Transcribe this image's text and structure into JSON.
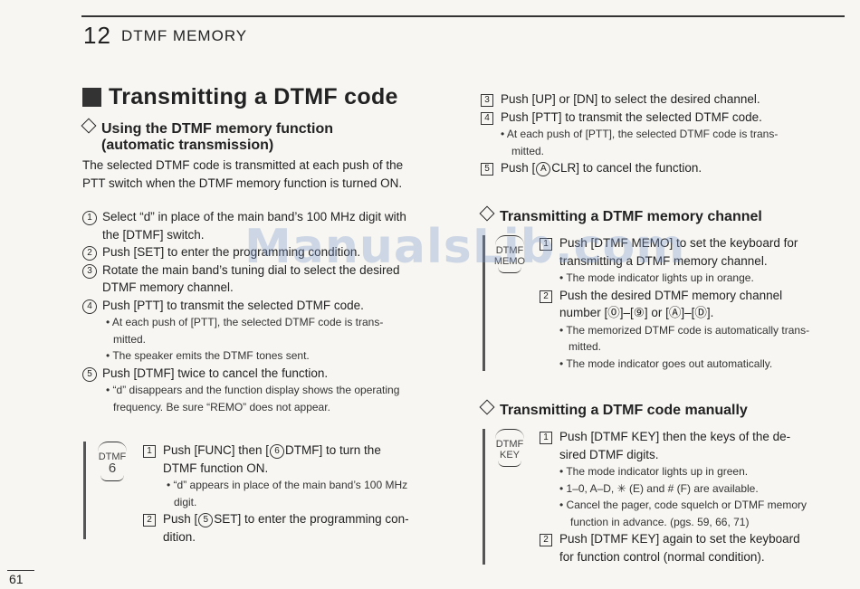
{
  "header": {
    "chapter_number": "12",
    "chapter_title": "DTMF MEMORY"
  },
  "section_title": "Transmitting a DTMF code",
  "left": {
    "sub1_line1": "Using the DTMF memory function",
    "sub1_line2": "(automatic transmission)",
    "intro_line1": "The selected DTMF code is transmitted at each push of the",
    "intro_line2": "PTT switch when the DTMF memory function is turned ON.",
    "steps": {
      "s1_num": "1",
      "s1_line1": "Select “d” in place of the main band’s 100 MHz digit with",
      "s1_line2": "the [DTMF] switch.",
      "s2_num": "2",
      "s2_line1": "Push [SET] to enter the programming condition.",
      "s3_num": "3",
      "s3_line1": "Rotate the main band’s tuning dial to select the desired",
      "s3_line2": "DTMF memory channel.",
      "s4_num": "4",
      "s4_line1": "Push [PTT] to transmit the selected DTMF code.",
      "s4_note1a": "• At each push of [PTT], the selected DTMF code is trans-",
      "s4_note1b": "mitted.",
      "s4_note2": "• The speaker emits the DTMF tones sent.",
      "s5_num": "5",
      "s5_line1": "Push [DTMF] twice to cancel the function.",
      "s5_note1a": "• “d” disappears and the function display shows the operating",
      "s5_note1b": "frequency. Be sure “REMO” does not appear."
    },
    "key_box": {
      "label": "DTMF",
      "sub": "6"
    },
    "key_steps": {
      "k1_num": "1",
      "k1_line1": "Push [FUNC] then [",
      "k1_circ": "6",
      "k1_line1b": "DTMF] to turn the",
      "k1_line2": "DTMF function ON.",
      "k1_note_a": "• “d” appears in place of the main band’s 100 MHz",
      "k1_note_b": "digit.",
      "k2_num": "2",
      "k2_line1": "Push [",
      "k2_circ": "5",
      "k2_line1b": "SET] to enter the programming con-",
      "k2_line2": "dition."
    }
  },
  "right": {
    "top": {
      "s3_num": "3",
      "s3_line": "Push [UP] or [DN] to select the desired channel.",
      "s4_num": "4",
      "s4_line": "Push [PTT] to transmit the selected DTMF code.",
      "s4_note_a": "• At each push of [PTT], the selected DTMF code is trans-",
      "s4_note_b": "mitted.",
      "s5_num": "5",
      "s5_line_a": "Push [",
      "s5_circ": "A",
      "s5_line_b": "CLR] to cancel the function."
    },
    "sub2": "Transmitting a DTMF memory channel",
    "memo_key": {
      "line1": "DTMF",
      "line2": "MEMO"
    },
    "memo_steps": {
      "m1_num": "1",
      "m1_line1": "Push [DTMF MEMO] to set the keyboard for",
      "m1_line2": "transmitting a DTMF memory channel.",
      "m1_note": "• The mode indicator lights up in orange.",
      "m2_num": "2",
      "m2_line1": "Push the desired DTMF memory channel",
      "m2_line2": "number [⓪]–[⑨] or [Ⓐ]–[Ⓓ].",
      "m2_note_a": "• The memorized DTMF code is automatically trans-",
      "m2_note_b": "mitted.",
      "m2_note2": "• The mode indicator goes out automatically."
    },
    "sub3": "Transmitting a DTMF code manually",
    "dkey": {
      "line1": "DTMF",
      "line2": "KEY"
    },
    "manual_steps": {
      "d1_num": "1",
      "d1_line1": "Push [DTMF KEY] then the keys of the de-",
      "d1_line2": "sired DTMF digits.",
      "d1_note1": "• The mode indicator lights up in green.",
      "d1_note2": "• 1–0, A–D, ✳ (E) and # (F) are available.",
      "d1_note3a": "• Cancel the pager, code squelch or DTMF memory",
      "d1_note3b": "function in advance. (pgs. 59, 66, 71)",
      "d2_num": "2",
      "d2_line1": "Push [DTMF KEY] again to set the keyboard",
      "d2_line2": "for function control (normal condition)."
    }
  },
  "page_number": "61",
  "watermark": "ManualsLib.com"
}
